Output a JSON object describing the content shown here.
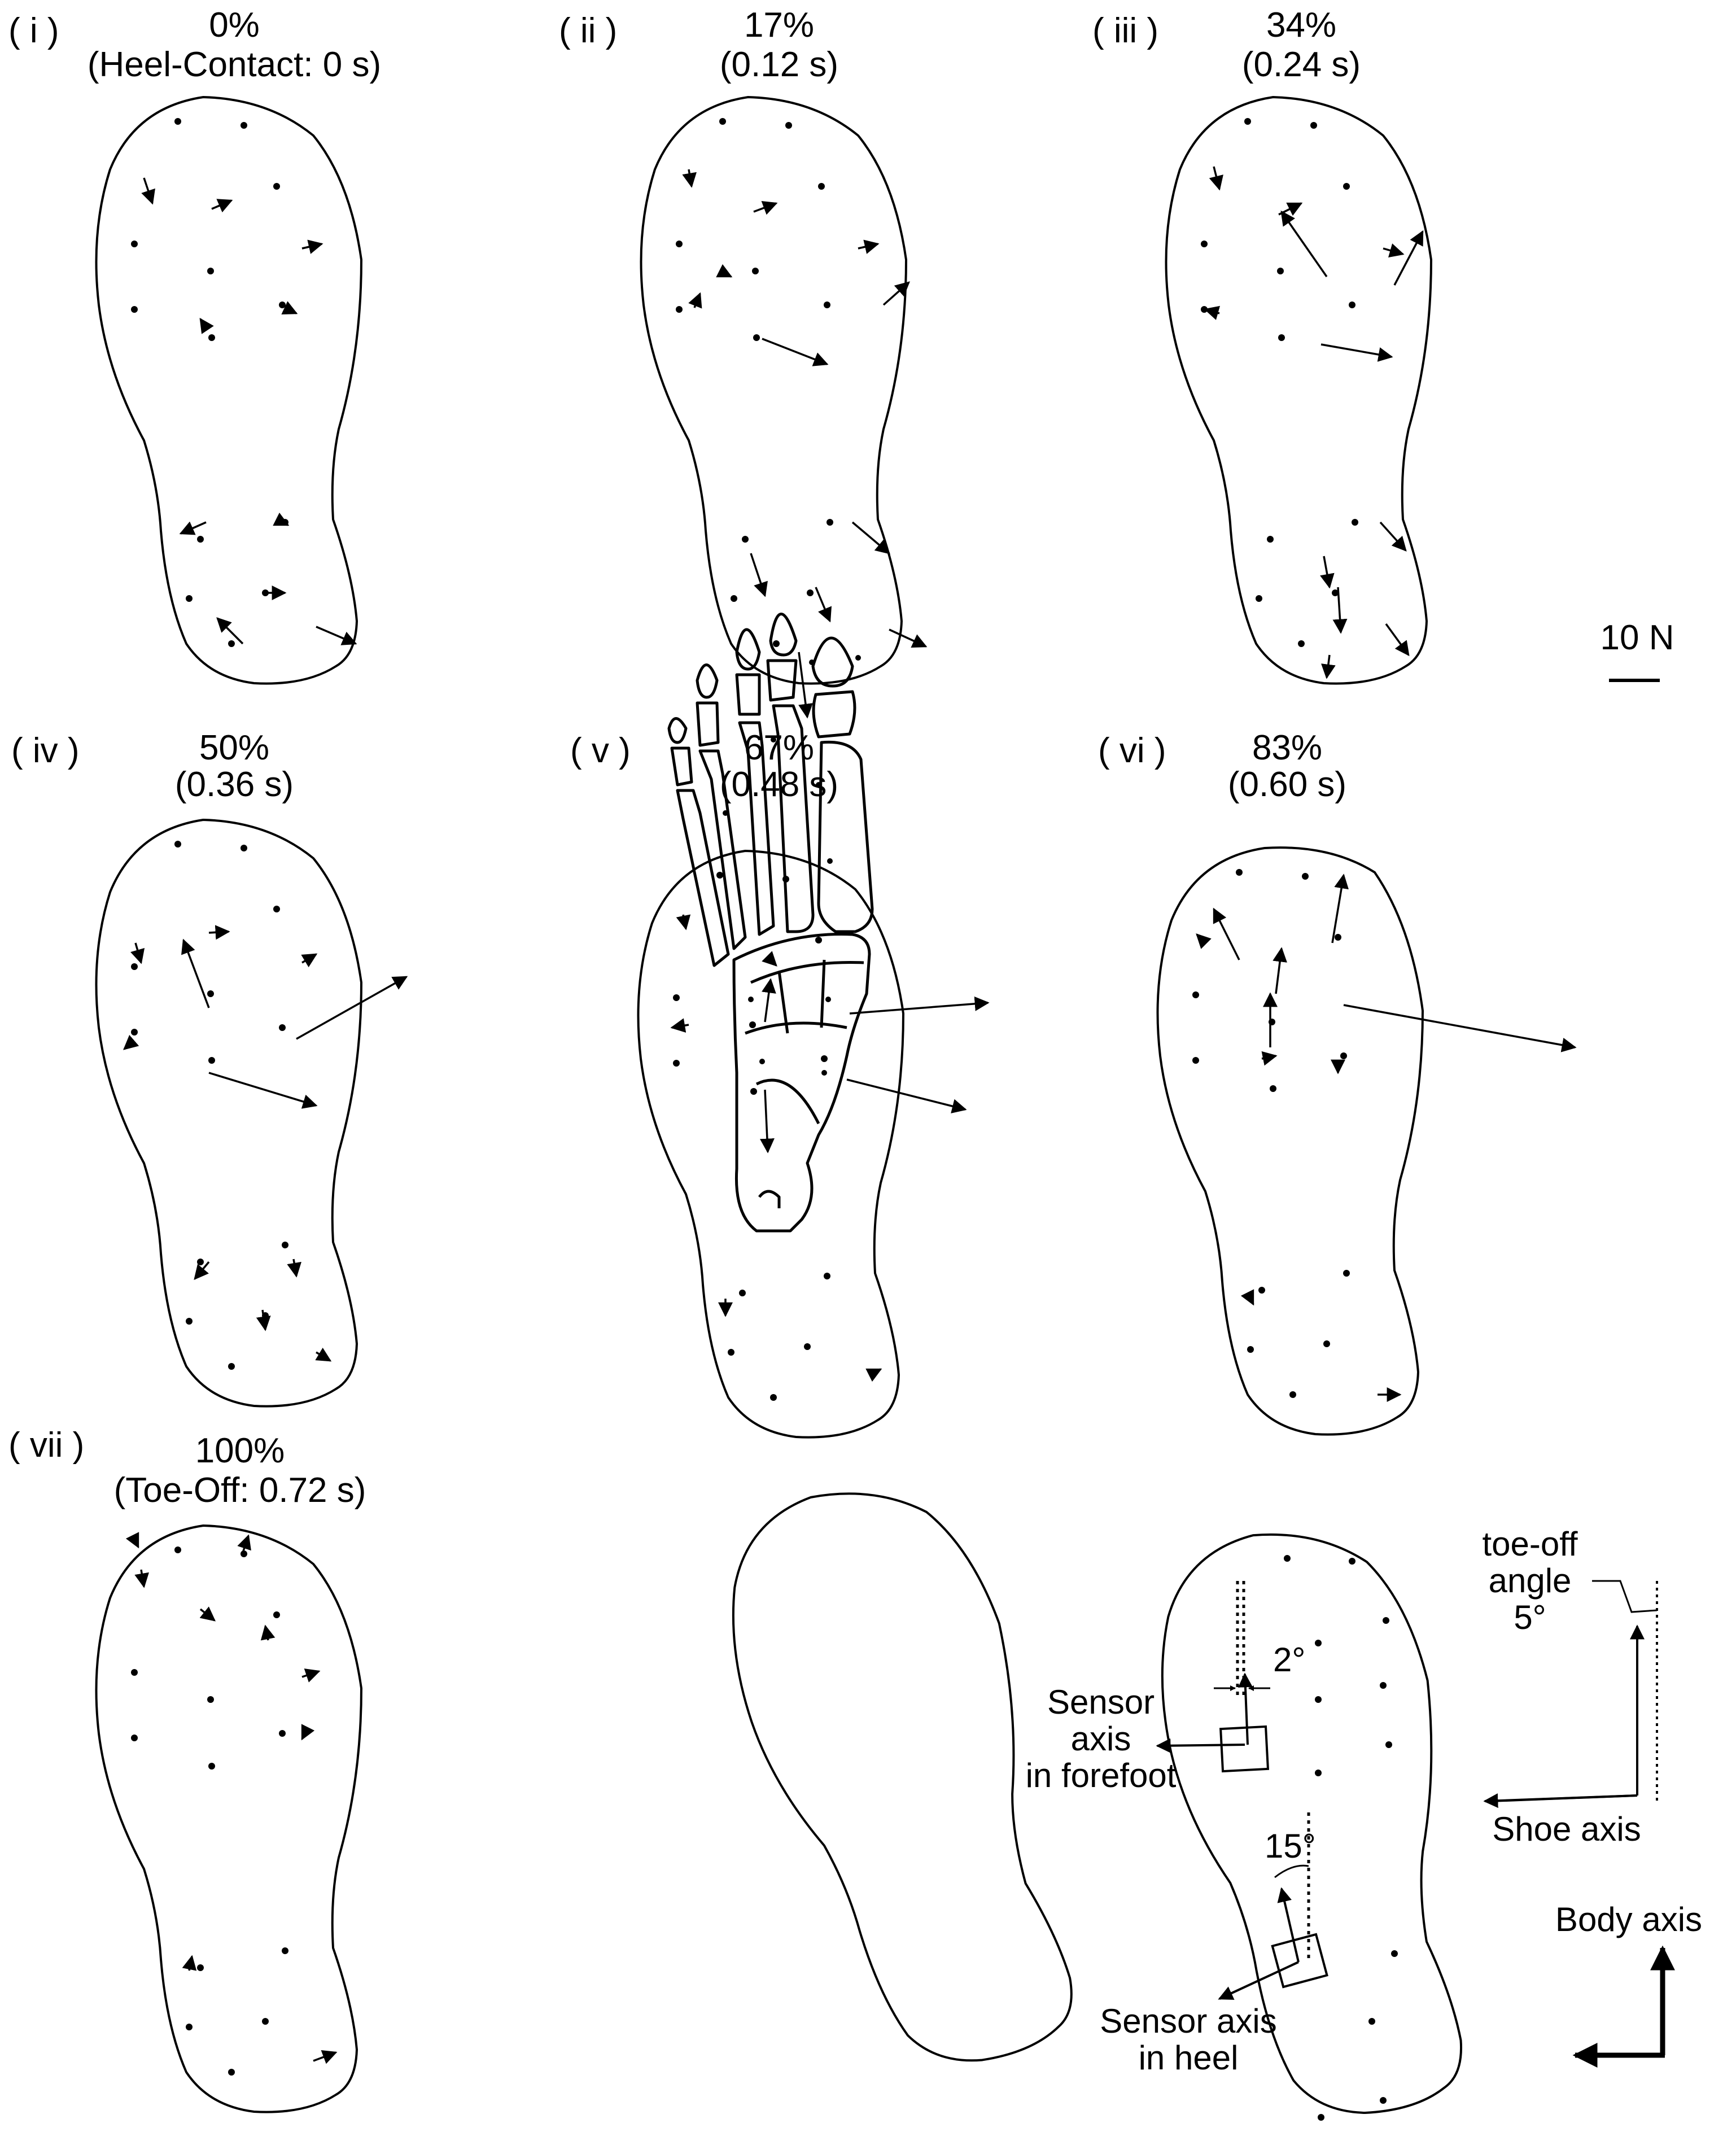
{
  "panels": [
    {
      "roman": "( i )",
      "percent": "0%",
      "time": "(Heel-Contact: 0 s)"
    },
    {
      "roman": "( ii )",
      "percent": "17%",
      "time": "(0.12 s)"
    },
    {
      "roman": "( iii )",
      "percent": "34%",
      "time": "(0.24 s)"
    },
    {
      "roman": "( iv )",
      "percent": "50%",
      "time": "(0.36 s)"
    },
    {
      "roman": "( v )",
      "percent": "67%",
      "time": "(0.48 s)"
    },
    {
      "roman": "( vi )",
      "percent": "83%",
      "time": "(0.60 s)"
    },
    {
      "roman": "( vii )",
      "percent": "100%",
      "time": "(Toe-Off: 0.72 s)"
    }
  ],
  "scale_bar": {
    "label": "10 N"
  },
  "axes_legend": {
    "angle_forefoot": "2°",
    "angle_heel": "15°",
    "sensor_forefoot_lines": [
      "Sensor",
      "axis",
      "in forefoot"
    ],
    "sensor_heel_lines": [
      "Sensor axis",
      "in heel"
    ],
    "toe_off_lines": [
      "toe-off",
      "angle",
      "5°"
    ],
    "shoe_axis": "Shoe axis",
    "body_axis": "Body axis"
  },
  "colors": {
    "ink": "#000000",
    "background": "#ffffff"
  }
}
